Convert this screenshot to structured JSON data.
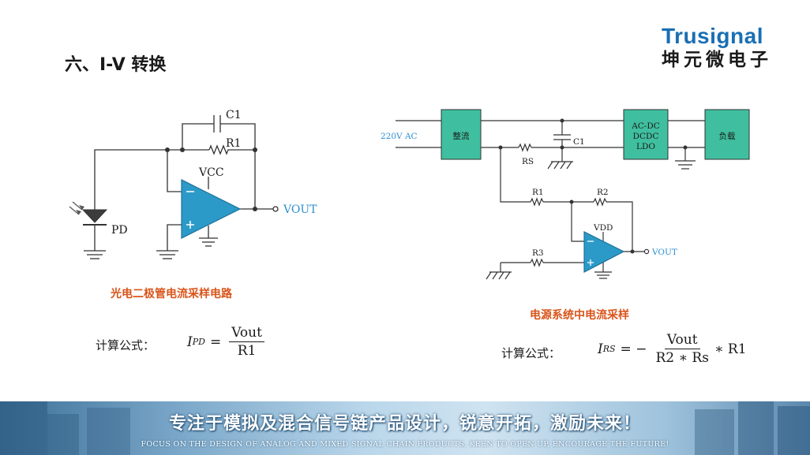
{
  "slide": {
    "title": "六、I-V 转换",
    "logo": {
      "brand_en": "Trusignal",
      "brand_cn": "坤元微电子"
    }
  },
  "left_circuit": {
    "labels": {
      "c1": "C1",
      "r1": "R1",
      "vcc": "VCC",
      "vout": "VOUT",
      "pd": "PD"
    },
    "caption": "光电二极管电流采样电路",
    "formula_label": "计算公式：",
    "formula": {
      "lhs": "I",
      "lhs_sub": "PD",
      "eq": "=",
      "numerator": "Vout",
      "denominator": "R1"
    }
  },
  "right_circuit": {
    "labels": {
      "ac_input": "220V AC",
      "rectifier": "整流",
      "c1": "C1",
      "rs": "RS",
      "converter_line1": "AC-DC",
      "converter_line2": "DCDC",
      "converter_line3": "LDO",
      "load": "负载",
      "r1": "R1",
      "r2": "R2",
      "r3": "R3",
      "vdd": "VDD",
      "vout": "VOUT"
    },
    "caption": "电源系统中电流采样",
    "formula_label": "计算公式：",
    "formula": {
      "lhs": "I",
      "lhs_sub": "RS",
      "eq": "= −",
      "numerator": "Vout",
      "denominator": "R2 ∗ Rs",
      "tail": "∗ R1"
    }
  },
  "banner": {
    "slogan": "专注于模拟及混合信号链产品设计，锐意开拓，激励未来！",
    "subtitle": "FOCUS ON THE DESIGN OF ANALOG AND MIXED SIGNAL CHAIN PRODUCTS, KEEN TO OPEN UP, ENCOURAGE THE FUTURE!"
  },
  "colors": {
    "title": "#1a1a1a",
    "logo_blue": "#1a6fb3",
    "caption_orange": "#d9541a",
    "opamp_fill": "#2b9ac8",
    "block_fill": "#3fbf9f",
    "label_blue": "#2b8fd0"
  }
}
